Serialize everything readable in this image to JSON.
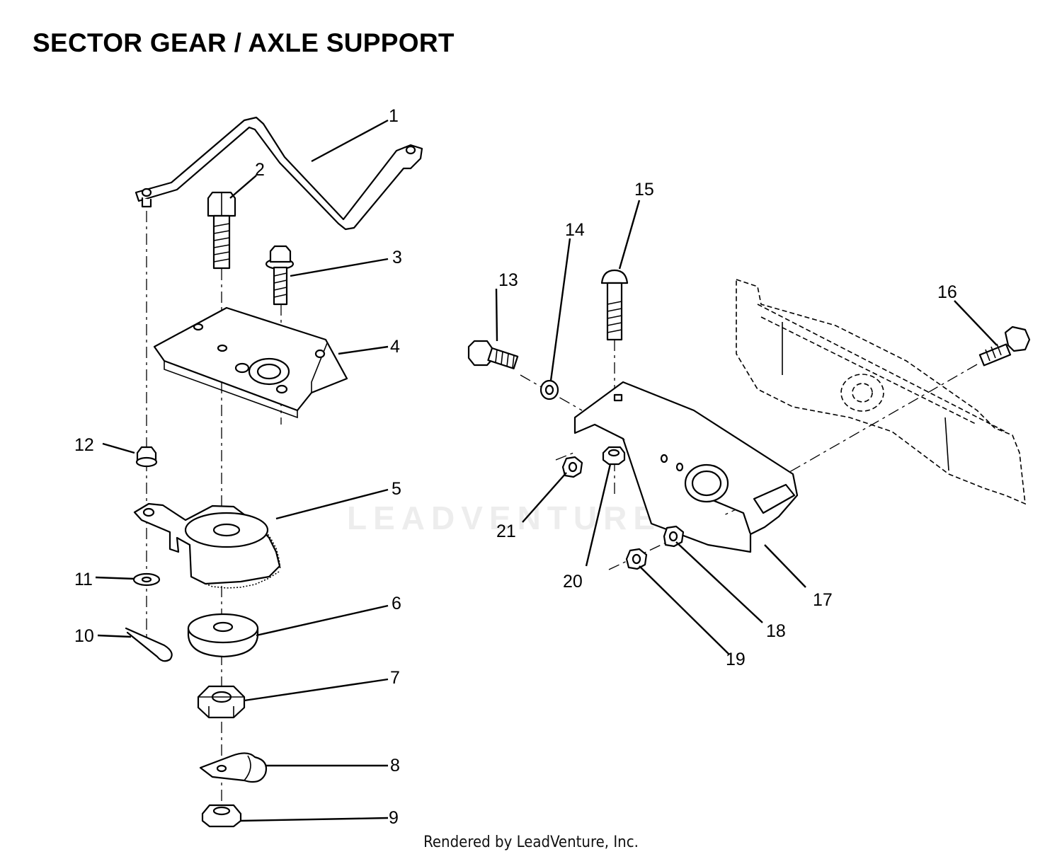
{
  "title": "SECTOR GEAR / AXLE SUPPORT",
  "footer": "Rendered by LeadVenture, Inc.",
  "watermark": "LEADVENTURE",
  "callouts": [
    "1",
    "2",
    "3",
    "4",
    "5",
    "6",
    "7",
    "8",
    "9",
    "10",
    "11",
    "12",
    "13",
    "14",
    "15",
    "16",
    "17",
    "18",
    "19",
    "20",
    "21"
  ]
}
